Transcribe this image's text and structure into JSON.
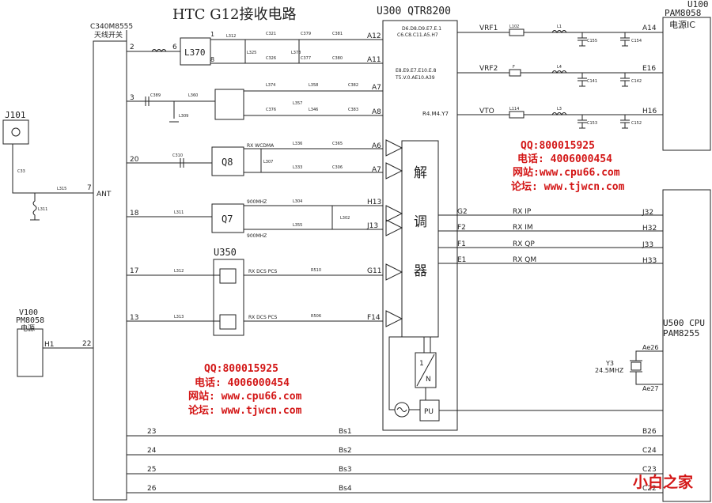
{
  "title": "HTC G12接收电路",
  "blocks": {
    "switch": {
      "part": "C340M8555",
      "desc": "天线开关",
      "ant": "ANT"
    },
    "u300": {
      "name": "U300 QTR8200"
    },
    "u100": {
      "name": "U100",
      "part": "PAM8058",
      "desc": "电源IC"
    },
    "u500": {
      "name": "U500 CPU",
      "part": "PAM8255"
    },
    "v100": {
      "name": "V100",
      "part": "PM8058",
      "desc": "电源"
    },
    "j101": "J101",
    "l370": "L370",
    "q8": "Q8",
    "q7": "Q7",
    "u350": "U350",
    "demod": [
      "解",
      "调",
      "器"
    ],
    "pll": "PU",
    "div_n": "N",
    "div_1": "1",
    "xtal": {
      "name": "Y3",
      "freq": "24.5MHZ"
    }
  },
  "pins": {
    "switch_left": [
      "2",
      "3",
      "20",
      "18",
      "17",
      "13",
      "22",
      "7"
    ],
    "switch_right": [
      "6"
    ],
    "l370": [
      "1",
      "8"
    ],
    "u300_left": [
      "A12",
      "A11",
      "A7",
      "A8",
      "A6",
      "A7",
      "H13",
      "J13",
      "G11",
      "F14"
    ],
    "u300_right": [
      "G2",
      "F2",
      "F1",
      "E1"
    ],
    "u300_power": [
      "D6.D8.D9.E7.E.1",
      "C6.C8.C11.A5.H7",
      "E8.E9.E7.E10.E.8",
      "T5.V.0.AE10.A39",
      "R4.M4.Y7"
    ],
    "u100": [
      "A14",
      "E16",
      "H16"
    ],
    "u500": [
      "J32",
      "H32",
      "J33",
      "H33",
      "Ae26",
      "Ae27",
      "B26",
      "C24",
      "C23",
      "C22"
    ],
    "v100": [
      "H1"
    ],
    "lower_bus_left": [
      "23",
      "24",
      "25",
      "26"
    ]
  },
  "nets": {
    "rails": [
      "VRF1",
      "VRF2",
      "VTO"
    ],
    "rx": [
      "RX IP",
      "RX IM",
      "RX QP",
      "RX QM"
    ],
    "bus": [
      "Bs1",
      "Bs2",
      "Bs3",
      "Bs4"
    ],
    "band_labels": [
      "RX WCDMA",
      "900MHZ",
      "900MHZ",
      "RX DCS PCS",
      "RX DCS PCS"
    ]
  },
  "components": {
    "upper_path": [
      "L312",
      "L325",
      "L378",
      "C321",
      "C326",
      "C379",
      "C377",
      "C380",
      "C381"
    ],
    "mid_path": [
      "C389",
      "L309",
      "L374",
      "L357",
      "L358",
      "L346",
      "C376",
      "C382",
      "C383",
      "L360"
    ],
    "q8_path": [
      "C310",
      "L307",
      "L336",
      "L333",
      "C365",
      "C306"
    ],
    "q7_path": [
      "L311",
      "L304",
      "L355",
      "L302"
    ],
    "u350_path": [
      "L312",
      "L313",
      "R510",
      "R506"
    ],
    "j101_path": [
      "C33",
      "L315",
      "L311"
    ],
    "rail_parts": [
      "L102",
      "L1",
      "C155",
      "C154",
      "F",
      "L4",
      "C141",
      "C142",
      "L114",
      "L3",
      "C153",
      "C152"
    ]
  },
  "watermarks": [
    {
      "qq": "QQ:800015925",
      "tel": "电话: 4006000454",
      "web": "网站:www.cpu66.com",
      "forum": "论坛: www.tjwcn.com"
    },
    {
      "qq": "QQ:800015925",
      "tel": "电话: 4006000454",
      "web": "网站: www.cpu66.com",
      "forum": "论坛: www.tjwcn.com"
    }
  ],
  "logo": "小白之家",
  "colors": {
    "ink": "#222222",
    "watermark": "#d31616"
  }
}
